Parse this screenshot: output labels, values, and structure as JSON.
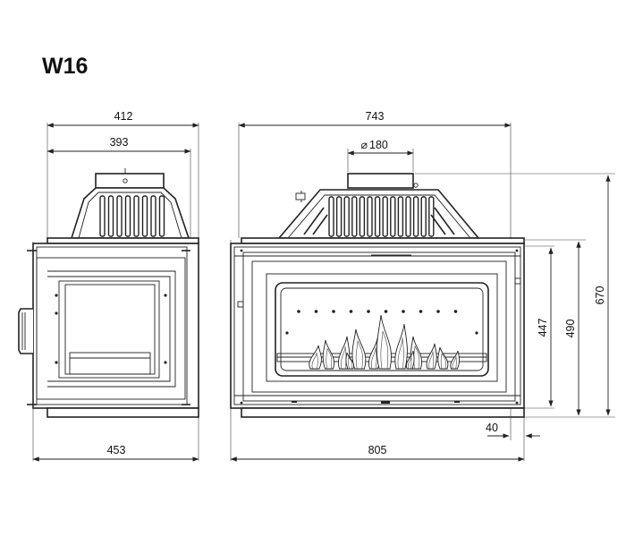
{
  "title": "W16",
  "colors": {
    "line": "#222222",
    "text": "#111111",
    "background": "#ffffff"
  },
  "dimensions": {
    "side_top_outer": "412",
    "side_top_inner": "393",
    "side_bottom": "453",
    "front_top": "743",
    "flue_diameter": "180",
    "front_bottom": "805",
    "door_height": "447",
    "body_height": "490",
    "total_height": "670",
    "offset": "40"
  },
  "symbols": {
    "diameter": "⌀"
  }
}
